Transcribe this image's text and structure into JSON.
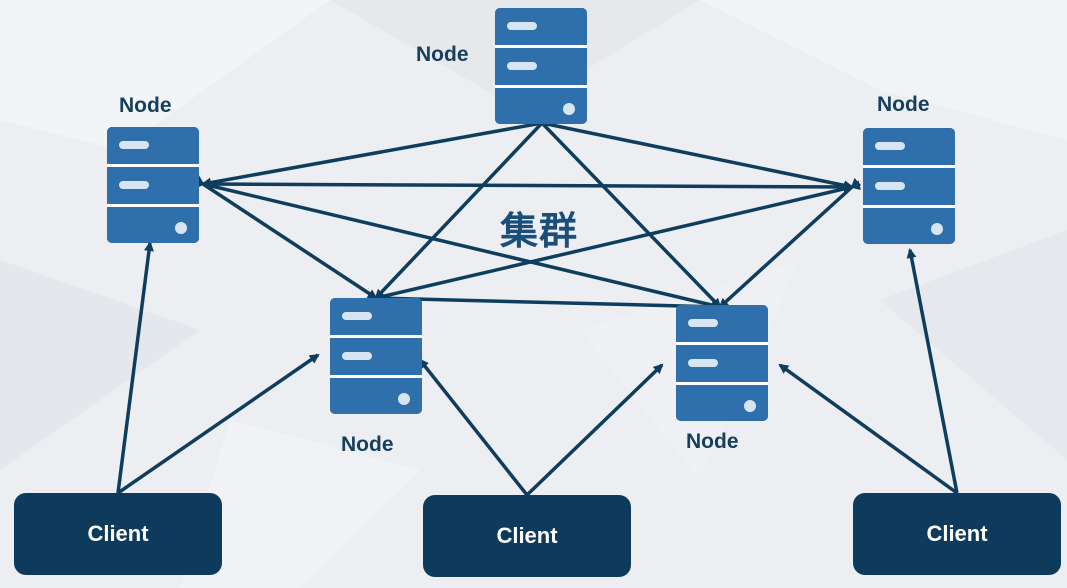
{
  "cluster": {
    "label": "集群"
  },
  "nodes": [
    {
      "id": "top",
      "label": "Node"
    },
    {
      "id": "left",
      "label": "Node"
    },
    {
      "id": "right",
      "label": "Node"
    },
    {
      "id": "mid-left",
      "label": "Node"
    },
    {
      "id": "mid-right",
      "label": "Node"
    }
  ],
  "clients": [
    {
      "id": "left",
      "label": "Client"
    },
    {
      "id": "center",
      "label": "Client"
    },
    {
      "id": "right",
      "label": "Client"
    }
  ],
  "colors": {
    "server": "#2d6aa5",
    "client": "#0e3b5b",
    "arrow": "#0f3d5e",
    "label": "#163f5e",
    "background": "#eceef1"
  }
}
